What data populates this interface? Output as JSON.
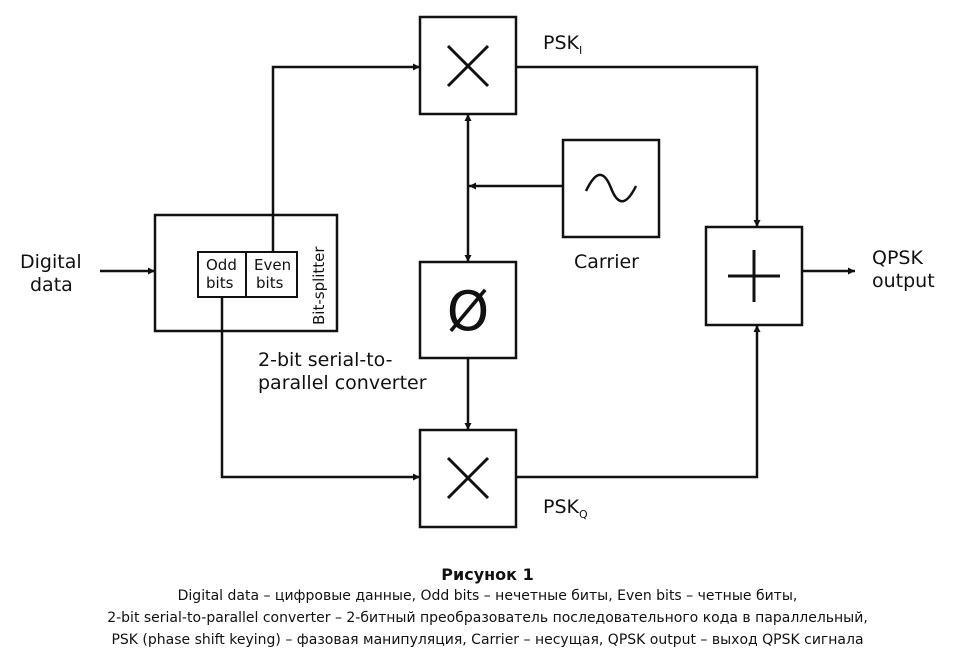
{
  "diagram": {
    "input_label_line1": "Digital",
    "input_label_line2": "data",
    "odd_bits_line1": "Odd",
    "odd_bits_line2": "bits",
    "even_bits_line1": "Even",
    "even_bits_line2": "bits",
    "bit_splitter": "Bit-splitter",
    "converter_line1": "2-bit serial-to-",
    "converter_line2": "parallel converter",
    "psk_i_main": "PSK",
    "psk_i_sub": "I",
    "psk_q_main": "PSK",
    "psk_q_sub": "Q",
    "carrier": "Carrier",
    "output_line1": "QPSK",
    "output_line2": "output",
    "phase_shift_symbol": "Ø"
  },
  "caption": {
    "title": "Рисунок 1",
    "line1": "Digital data – цифровые данные, Odd bits – нечетные биты, Even bits – четные биты,",
    "line2": "2-bit serial-to-parallel converter – 2-битный преобразователь последовательного кода в параллельный,",
    "line3": "PSK (phase shift keying) – фазовая манипуляция, Carrier – несущая, QPSK output – выход QPSK сигнала"
  }
}
